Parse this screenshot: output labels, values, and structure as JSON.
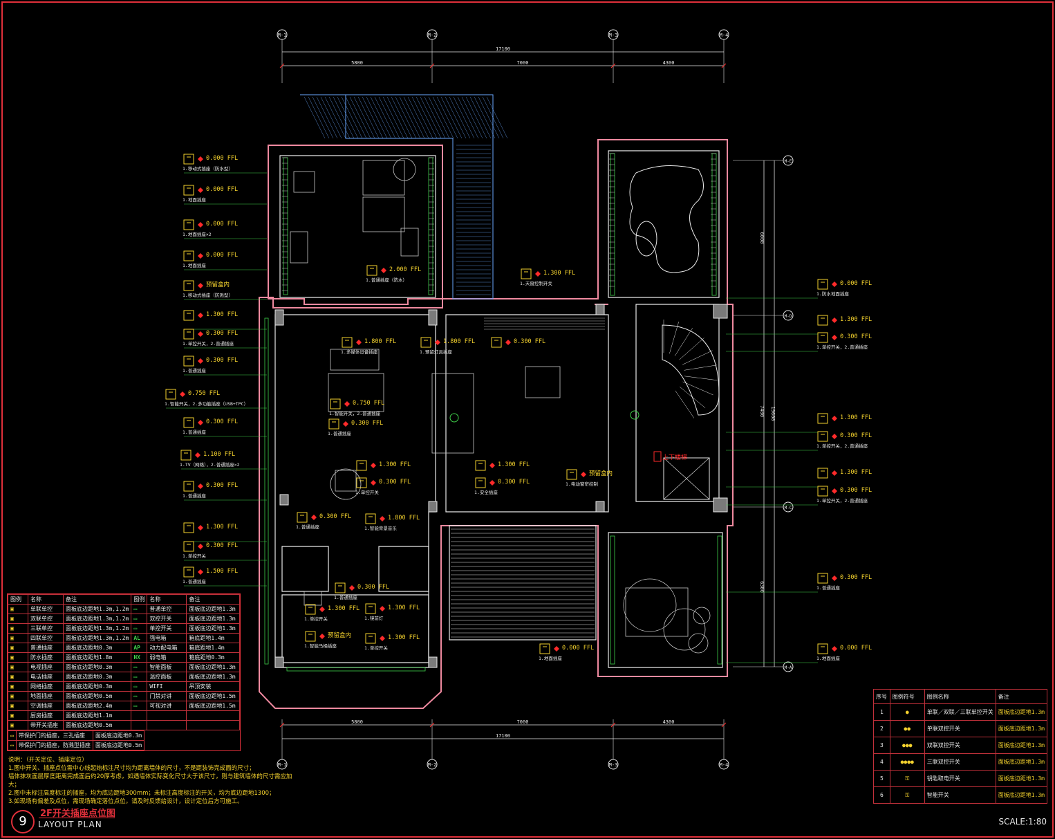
{
  "axes": {
    "top_labels": [
      "M-1",
      "M-2",
      "M-3",
      "M-4"
    ],
    "right_labels": [
      "M-E",
      "M-D",
      "M-C",
      "M-A"
    ],
    "dims_total": "17100",
    "dims_parts": [
      "5800",
      "7000",
      "4300"
    ],
    "right_dims": [
      "6000",
      "7400",
      "6300"
    ],
    "right_total": "19600"
  },
  "callouts_left": [
    {
      "value": "0.000 FFL",
      "note": "1.移动式插座（防水型）"
    },
    {
      "value": "0.000 FFL",
      "note": "1.地面插座"
    },
    {
      "value": "0.000 FFL",
      "note": "1.地面插座×2"
    },
    {
      "value": "0.000 FFL",
      "note": "1.地面插座"
    },
    {
      "value": "预留盒内",
      "note": "1.移动式插座（防溅型）"
    },
    {
      "value": "1.300 FFL",
      "note": ""
    },
    {
      "value": "0.300 FFL",
      "note": "1.单控开关，2.普通插座"
    },
    {
      "value": "0.300 FFL",
      "note": "1.普通插座"
    },
    {
      "value": "0.750 FFL",
      "note": "1.智能开关，2.多功能插座（USB+TPC）"
    },
    {
      "value": "0.300 FFL",
      "note": "1.普通插座"
    },
    {
      "value": "1.100 FFL",
      "note": "1.TV（网络），2.普通插座×2"
    },
    {
      "value": "0.300 FFL",
      "note": "1.普通插座"
    },
    {
      "value": "1.300 FFL",
      "note": ""
    },
    {
      "value": "0.300 FFL",
      "note": "1.单控开关"
    },
    {
      "value": "1.500 FFL",
      "note": "1.普通插座"
    }
  ],
  "callouts_right": [
    {
      "value": "0.000 FFL",
      "note": "1.防水地面插座"
    },
    {
      "value": "1.300 FFL",
      "note": ""
    },
    {
      "value": "0.300 FFL",
      "note": "1.单控开关，2.普通插座"
    },
    {
      "value": "1.300 FFL",
      "note": ""
    },
    {
      "value": "0.300 FFL",
      "note": "1.单控开关，2.普通插座"
    },
    {
      "value": "1.300 FFL",
      "note": ""
    },
    {
      "value": "0.300 FFL",
      "note": "1.单控开关，2.普通插座"
    },
    {
      "value": "0.300 FFL",
      "note": "1.普通插座"
    },
    {
      "value": "0.000 FFL",
      "note": "1.地面插座"
    }
  ],
  "callouts_inner": [
    {
      "value": "2.000 FFL",
      "note": "1.普通插座（防水）"
    },
    {
      "value": "1.300 FFL",
      "note": "1.天窗控制开关"
    },
    {
      "value": "1.800 FFL",
      "note": "1.多媒体设备插座"
    },
    {
      "value": "1.800 FFL",
      "note": "1.预留灯具插座"
    },
    {
      "value": "0.300 FFL",
      "note": ""
    },
    {
      "value": "0.750 FFL",
      "note": "1.智能开关，2.普通插座"
    },
    {
      "value": "0.300 FFL",
      "note": "1.普通插座"
    },
    {
      "value": "1.300 FFL",
      "note": ""
    },
    {
      "value": "0.300 FFL",
      "note": "1.单控开关"
    },
    {
      "value": "1.300 FFL",
      "note": ""
    },
    {
      "value": "0.300 FFL",
      "note": "1.安全插座"
    },
    {
      "value": "预留盒内",
      "note": "1.电动窗帘控制"
    },
    {
      "value": "0.300 FFL",
      "note": "1.普通插座"
    },
    {
      "value": "1.800 FFL",
      "note": "1.智能背景音乐"
    },
    {
      "value": "0.300 FFL",
      "note": "1.普通插座"
    },
    {
      "value": "1.300 FFL",
      "note": "1.单控开关"
    },
    {
      "value": "1.300 FFL",
      "note": "1.镜前灯"
    },
    {
      "value": "预留盒内",
      "note": "1.智能马桶插座"
    },
    {
      "value": "1.300 FFL",
      "note": "1.单控开关"
    },
    {
      "value": "0.000 FFL",
      "note": "1.地面插座"
    }
  ],
  "stair_tag": "上下楼梯",
  "legend_left": {
    "header": [
      "图例",
      "名称",
      "备注"
    ],
    "rows": [
      [
        "单联单控",
        "面板底边距地1.3m,1.2m"
      ],
      [
        "双联单控",
        "面板底边距地1.3m,1.2m"
      ],
      [
        "三联单控",
        "面板底边距地1.3m,1.2m"
      ],
      [
        "四联单控",
        "面板底边距地1.3m,1.2m"
      ],
      [
        "普通插座",
        "面板底边距地0.3m"
      ],
      [
        "防水插座",
        "面板底边距地1.8m"
      ],
      [
        "电视插座",
        "面板底边距地0.3m"
      ],
      [
        "电话插座",
        "面板底边距地0.3m"
      ],
      [
        "网络插座",
        "面板底边距地0.3m"
      ],
      [
        "地面插座",
        "面板底边距地0.5m"
      ],
      [
        "空调插座",
        "面板底边距地2.4m"
      ],
      [
        "厨房插座",
        "面板底边距地1.1m"
      ],
      [
        "带开关插座",
        "面板底边距地0.5m"
      ]
    ],
    "rows_right": [
      [
        "普通单控",
        "面板底边距地1.3m"
      ],
      [
        "双控开关",
        "面板底边距地1.3m"
      ],
      [
        "单控开关",
        "面板底边距地1.3m"
      ],
      [
        "AL",
        "强电箱",
        "箱底距地1.4m"
      ],
      [
        "AP",
        "动力配电箱",
        "箱底距地1.4m"
      ],
      [
        "HX",
        "弱电箱",
        "箱底距地0.3m"
      ],
      [
        "",
        "智能面板",
        "面板底边距地1.3m"
      ],
      [
        "",
        "温控面板",
        "面板底边距地1.3m"
      ],
      [
        "",
        "WIFI",
        "吊顶安装"
      ],
      [
        "",
        "门禁对讲",
        "面板底边距地1.5m"
      ],
      [
        "",
        "可视对讲",
        "面板底边距地1.5m"
      ]
    ],
    "bottom_rows": [
      [
        "带保护门的插座，三孔插座",
        "面板底边距地0.3m"
      ],
      [
        "带保护门的插座，防溅型插座",
        "面板底边距地0.5m"
      ]
    ]
  },
  "notes": [
    "说明：（开关定位、插座定位）",
    "1.图中开关、插座点位需中心线起始标注尺寸均为距离墙体的尺寸，不是距装饰完成面的尺寸；",
    "  墙体抹灰面层厚度距离完成面后约20厚考虑，如遇墙体实际变化尺寸大于该尺寸，则与建筑墙体的尺寸需应加大；",
    "2.图中未标注高度标注的插座，均为底边距地300mm；未标注高度标注的开关，均为底边距地1300；",
    "3.如现场有偏差及点位，需现场确定落位点位，请及时反馈给设计，设计定位后方可施工。"
  ],
  "title": {
    "number": "9",
    "zh": "2F开关插座点位图",
    "en": "LAYOUT PLAN",
    "scale": "SCALE:1:80"
  },
  "legend_right": {
    "header": [
      "序号",
      "图例符号",
      "图例名称",
      "备注"
    ],
    "rows": [
      [
        "1",
        "单联／双联／三联单控开关",
        "面板底边距地1.3m"
      ],
      [
        "2",
        "单联双控开关",
        "面板底边距地1.3m"
      ],
      [
        "3",
        "双联双控开关",
        "面板底边距地1.3m"
      ],
      [
        "4",
        "三联双控开关",
        "面板底边距地1.3m"
      ],
      [
        "5",
        "钥匙取电开关",
        "面板底边距地1.3m"
      ],
      [
        "6",
        "智能开关",
        "面板底边距地1.3m"
      ]
    ]
  },
  "colors": {
    "frame": "#e0303a",
    "wall": "#f08aa0",
    "inner": "#e8e8e8",
    "furniture": "#c8c8c8",
    "yellow": "#f4d22e",
    "green": "#3fd24a",
    "blue": "#6aa8ff",
    "red": "#ff2a2a"
  }
}
